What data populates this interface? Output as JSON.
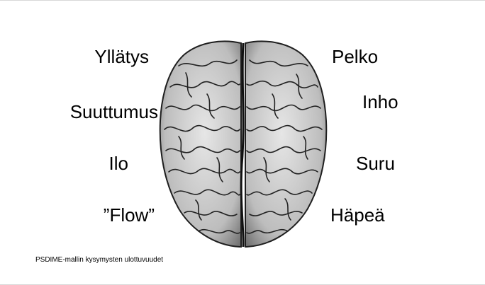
{
  "emotions": {
    "left": [
      "Yllätys",
      "Suuttumus",
      "Ilo",
      "”Flow”"
    ],
    "right": [
      "Pelko",
      "Inho",
      "Suru",
      "Häpeä"
    ]
  },
  "caption": "PSDIME-mallin kysymysten ulottuvuudet",
  "colors": {
    "background": "#ffffff",
    "text": "#000000",
    "brain_fill": "#cfcfcf",
    "brain_line": "#1f1f1f"
  },
  "image": {
    "icon": "brain-illustration-icon"
  }
}
